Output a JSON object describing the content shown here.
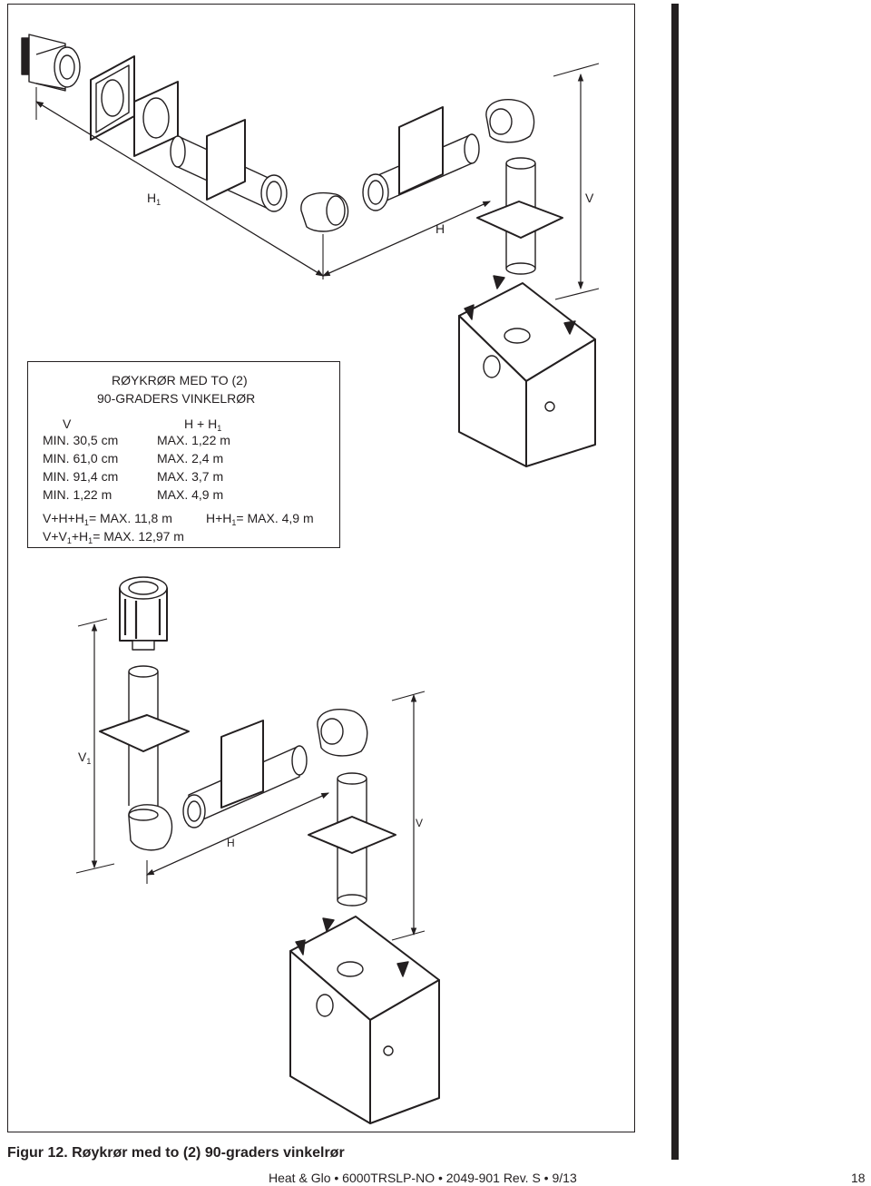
{
  "spec_table": {
    "title_line1": "RØYKRØR MED TO (2)",
    "title_line2": "90-GRADERS VINKELRØR",
    "col_v_header": "V",
    "col_h_header": "H + H",
    "col_h_header_sub": "1",
    "rows": [
      {
        "v": "MIN. 30,5 cm",
        "h": "MAX. 1,22 m"
      },
      {
        "v": "MIN. 61,0 cm",
        "h": "MAX. 2,4 m"
      },
      {
        "v": "MIN. 91,4 cm",
        "h": "MAX. 3,7 m"
      },
      {
        "v": "MIN. 1,22 m",
        "h": "MAX. 4,9 m"
      }
    ],
    "formula1_a": "V+H+H",
    "formula1_a_sub": "1",
    "formula1_b": "= MAX. 11,8 m",
    "formula2_a": "H+H",
    "formula2_a_sub": "1",
    "formula2_b": "= MAX. 4,9 m",
    "formula3_a": "V+V",
    "formula3_a_sub": "1",
    "formula3_b": "+H",
    "formula3_b_sub": "1",
    "formula3_c": "= MAX. 12,97 m"
  },
  "diagram_top": {
    "label_h1": "H",
    "label_h1_sub": "1",
    "label_h": "H",
    "label_v": "V"
  },
  "diagram_bottom": {
    "label_v1": "V",
    "label_v1_sub": "1",
    "label_h": "H",
    "label_v": "V"
  },
  "caption": "Figur 12.  Røykrør med to (2) 90-graders vinkelrør",
  "footer": "Heat & Glo  •  6000TRSLP-NO  •  2049-901  Rev. S  •  9/13",
  "page_number": "18",
  "colors": {
    "ink": "#231f20",
    "paper": "#ffffff"
  }
}
